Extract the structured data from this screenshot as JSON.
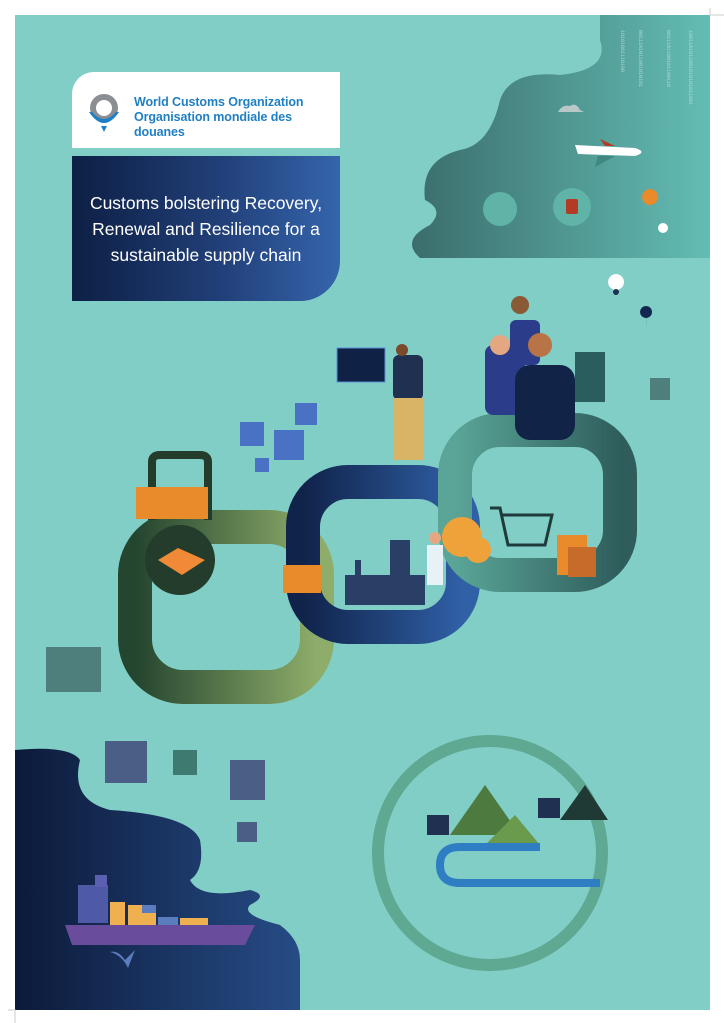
{
  "organization": {
    "name_en": "World Customs Organization",
    "name_fr": "Organisation mondiale des douanes"
  },
  "cover": {
    "title": "Customs bolstering Recovery, Renewal and Resilience for a sustainable supply chain"
  },
  "colors": {
    "background": "#80cec6",
    "navy": "#14264f",
    "dark_teal": "#3f7f7c",
    "brand_blue": "#1f7fc4",
    "orange": "#e98a2b",
    "green_ring": "#5fa892"
  }
}
